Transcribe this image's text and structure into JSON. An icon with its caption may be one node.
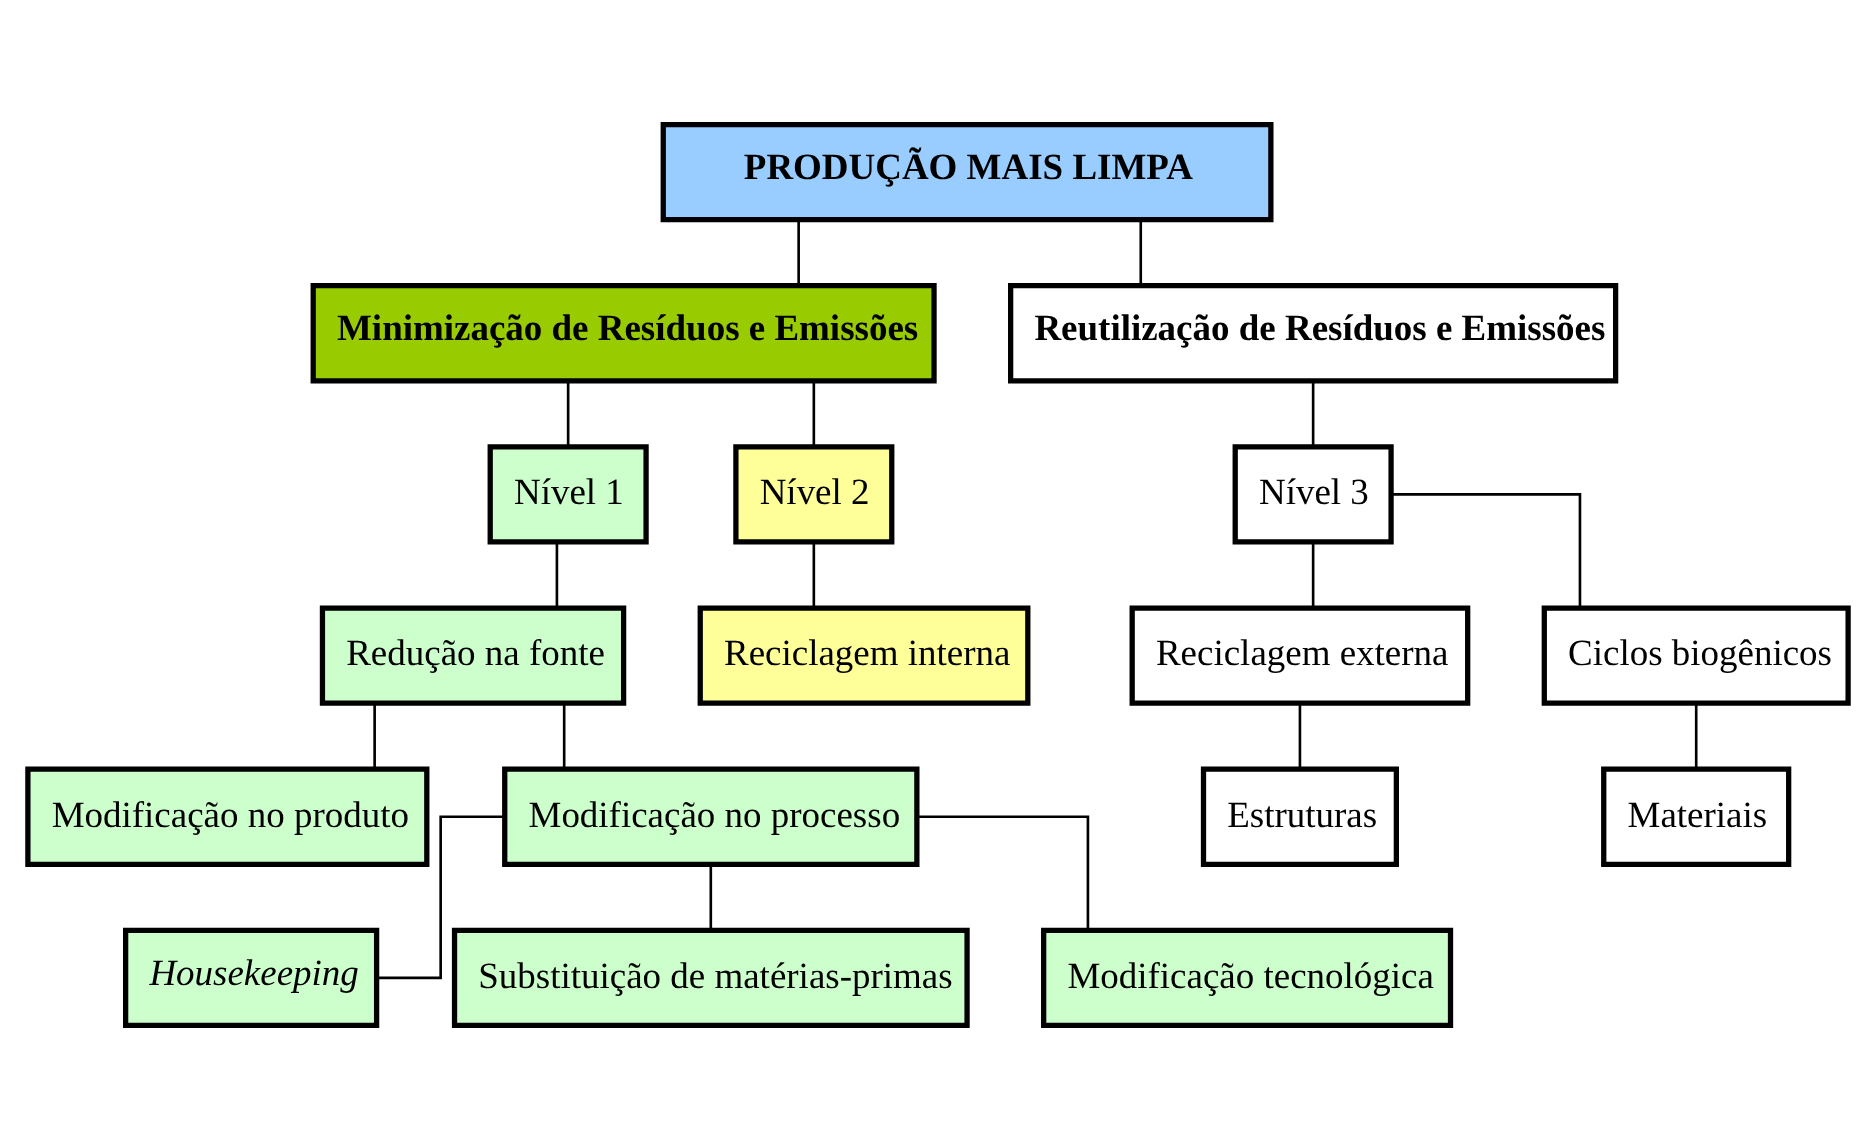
{
  "diagram": {
    "nodes": [
      {
        "text": [
          "PRODUÇÃO MAIS LIMPA"
        ]
      },
      {
        "text": [
          "Minimização de Resíduos e Emissões"
        ]
      },
      {
        "text": [
          "Reutilização de Resíduos e Emissões"
        ]
      },
      {
        "text": [
          "Nível 1"
        ]
      },
      {
        "text": [
          "Nível 2"
        ]
      },
      {
        "text": [
          "Nível 3"
        ]
      },
      {
        "text": [
          "Redução na fonte"
        ]
      },
      {
        "text": [
          "Reciclagem interna"
        ]
      },
      {
        "text": [
          "Reciclagem externa"
        ]
      },
      {
        "text": [
          "Ciclos biogênicos"
        ]
      },
      {
        "text": [
          "Modificação no produto"
        ]
      },
      {
        "text": [
          "Modificação no processo"
        ]
      },
      {
        "text": [
          "Estruturas"
        ]
      },
      {
        "text": [
          "Materiais"
        ]
      },
      {
        "text": [
          "Housekeeping"
        ]
      },
      {
        "text": [
          "Substituição de matérias-primas"
        ]
      },
      {
        "text": [
          "Modificação tecnológica"
        ]
      }
    ],
    "edges": [
      {
        "from": 0,
        "to": 1,
        "arrow": "none"
      },
      {
        "from": 0,
        "to": 2,
        "arrow": "none"
      },
      {
        "from": 1,
        "to": 3,
        "arrow": "none"
      },
      {
        "from": 1,
        "to": 4,
        "arrow": "none"
      },
      {
        "from": 2,
        "to": 5,
        "arrow": "none"
      },
      {
        "from": 3,
        "to": 6,
        "arrow": "none"
      },
      {
        "from": 4,
        "to": 7,
        "arrow": "none"
      },
      {
        "from": 5,
        "to": 8,
        "arrow": "none"
      },
      {
        "from": 5,
        "to": 9,
        "arrow": "none"
      },
      {
        "from": 8,
        "to": 12,
        "arrow": "none"
      },
      {
        "from": 9,
        "to": 13,
        "arrow": "none"
      },
      {
        "from": 6,
        "to": 10,
        "arrow": "none"
      },
      {
        "from": 6,
        "to": 11,
        "arrow": "none"
      },
      {
        "from": 11,
        "to": 14,
        "arrow": "none"
      },
      {
        "from": 11,
        "to": 15,
        "arrow": "none"
      },
      {
        "from": 11,
        "to": 16,
        "arrow": "none"
      }
    ]
  }
}
